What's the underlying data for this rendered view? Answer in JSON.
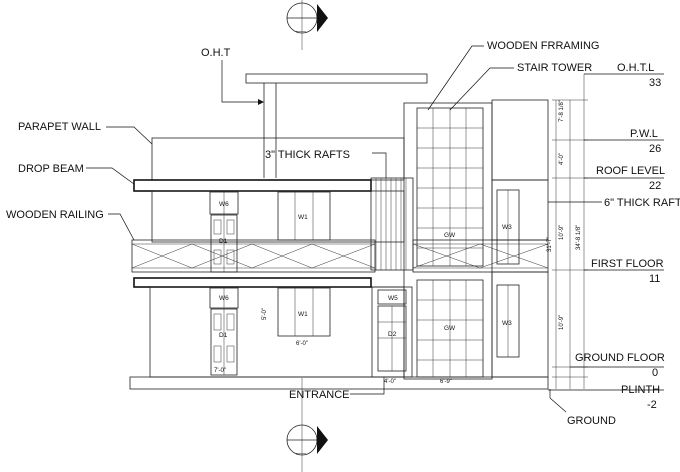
{
  "callouts": {
    "oht": "O.H.T",
    "parapet_wall": "PARAPET WALL",
    "drop_beam": "DROP BEAM",
    "wooden_railing": "WOODEN RAILING",
    "thick_rafts_3": "3\" THICK RAFTS",
    "wooden_framing": "WOODEN FRRAMING",
    "stair_tower": "STAIR TOWER",
    "thick_rafts_6": "6\" THICK RAFT",
    "entrance": "ENTRANCE",
    "ground": "GROUND"
  },
  "levels": [
    {
      "label": "O.H.T.L",
      "value": "33"
    },
    {
      "label": "P.W.L",
      "value": "26"
    },
    {
      "label": "ROOF LEVEL",
      "value": "22"
    },
    {
      "label": "FIRST FLOOR",
      "value": "11"
    },
    {
      "label": "GROUND FLOOR",
      "value": "0"
    },
    {
      "label": "PLINTH",
      "value": "-2"
    }
  ],
  "tags": {
    "w1": "W1",
    "w3": "W3",
    "d1": "D1",
    "gw": "GW",
    "w5": "W5",
    "w6": "W6",
    "d2": "D2"
  },
  "dimensions": {
    "d_7_8": "7'-8 1/8\"",
    "d_4_0": "4'-0\"",
    "d_10_9": "10'-9\"",
    "d_34_8": "34'-8 1/8\"",
    "d_31_7": "31'-7\"",
    "d_10_9b": "10'-9\"",
    "d_5_0": "5'-0\"",
    "d_6_0": "6'-0\"",
    "d_7_0": "7'-0\"",
    "d_4_0b": "4'-0\"",
    "d_6_9": "6'-9\""
  },
  "section_marker": {
    "label": "___"
  }
}
